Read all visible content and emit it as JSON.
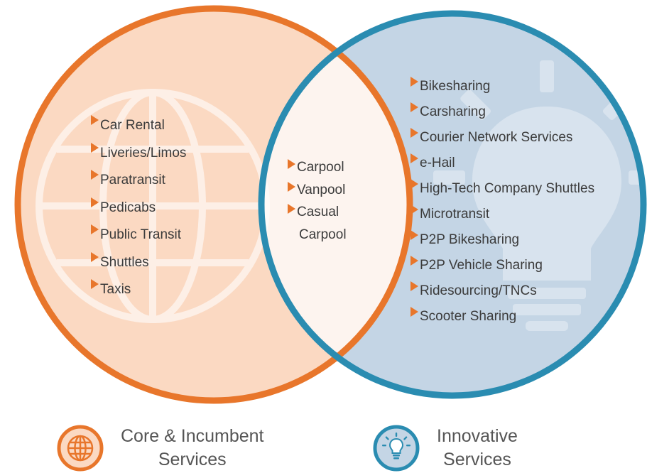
{
  "colors": {
    "orange": "#e8762b",
    "orange_fill": "#fbd9c2",
    "blue": "#2a8cb1",
    "blue_fill": "#c4d5e5",
    "overlap_fill": "#fdf4ef",
    "text": "#3b3b3b"
  },
  "core": {
    "icon": "globe-icon",
    "items": [
      "Car Rental",
      "Liveries/Limos",
      "Paratransit",
      "Pedicabs",
      "Public Transit",
      "Shuttles",
      "Taxis"
    ]
  },
  "overlap": {
    "items": [
      "Carpool",
      "Vanpool",
      "Casual"
    ],
    "continuation": "Carpool"
  },
  "innovative": {
    "icon": "lightbulb-icon",
    "items": [
      "Bikesharing",
      "Carsharing",
      "Courier Network Services",
      "e-Hail",
      "High-Tech Company Shuttles",
      "Microtransit",
      "P2P Bikesharing",
      "P2P Vehicle Sharing",
      "Ridesourcing/TNCs",
      "Scooter Sharing"
    ]
  },
  "legend": {
    "core_line1": "Core & Incumbent",
    "core_line2": "Services",
    "innovative_line1": "Innovative",
    "innovative_line2": "Services"
  }
}
